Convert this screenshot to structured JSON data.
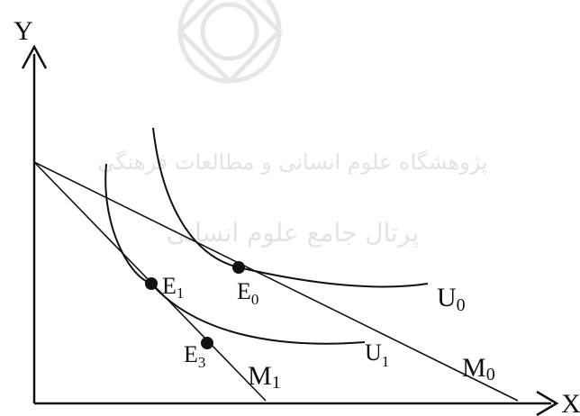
{
  "watermark": {
    "line1": "پژوهشگاه علوم انسانی و مطالعات فرهنگی",
    "line2": "پرتال جامع علوم انسانی"
  },
  "axes": {
    "x": "X",
    "y": "Y"
  },
  "budget_lines": {
    "m0": "M",
    "m0_sub": "0",
    "m1": "M",
    "m1_sub": "1"
  },
  "curves": {
    "u0": "U",
    "u0_sub": "0",
    "u1": "U",
    "u1_sub": "1"
  },
  "points": {
    "e0": "E",
    "e0_sub": "0",
    "e1": "E",
    "e1_sub": "1",
    "e3": "E",
    "e3_sub": "3"
  },
  "colors": {
    "ink": "#111111",
    "watermark": "#e3e3e3"
  }
}
